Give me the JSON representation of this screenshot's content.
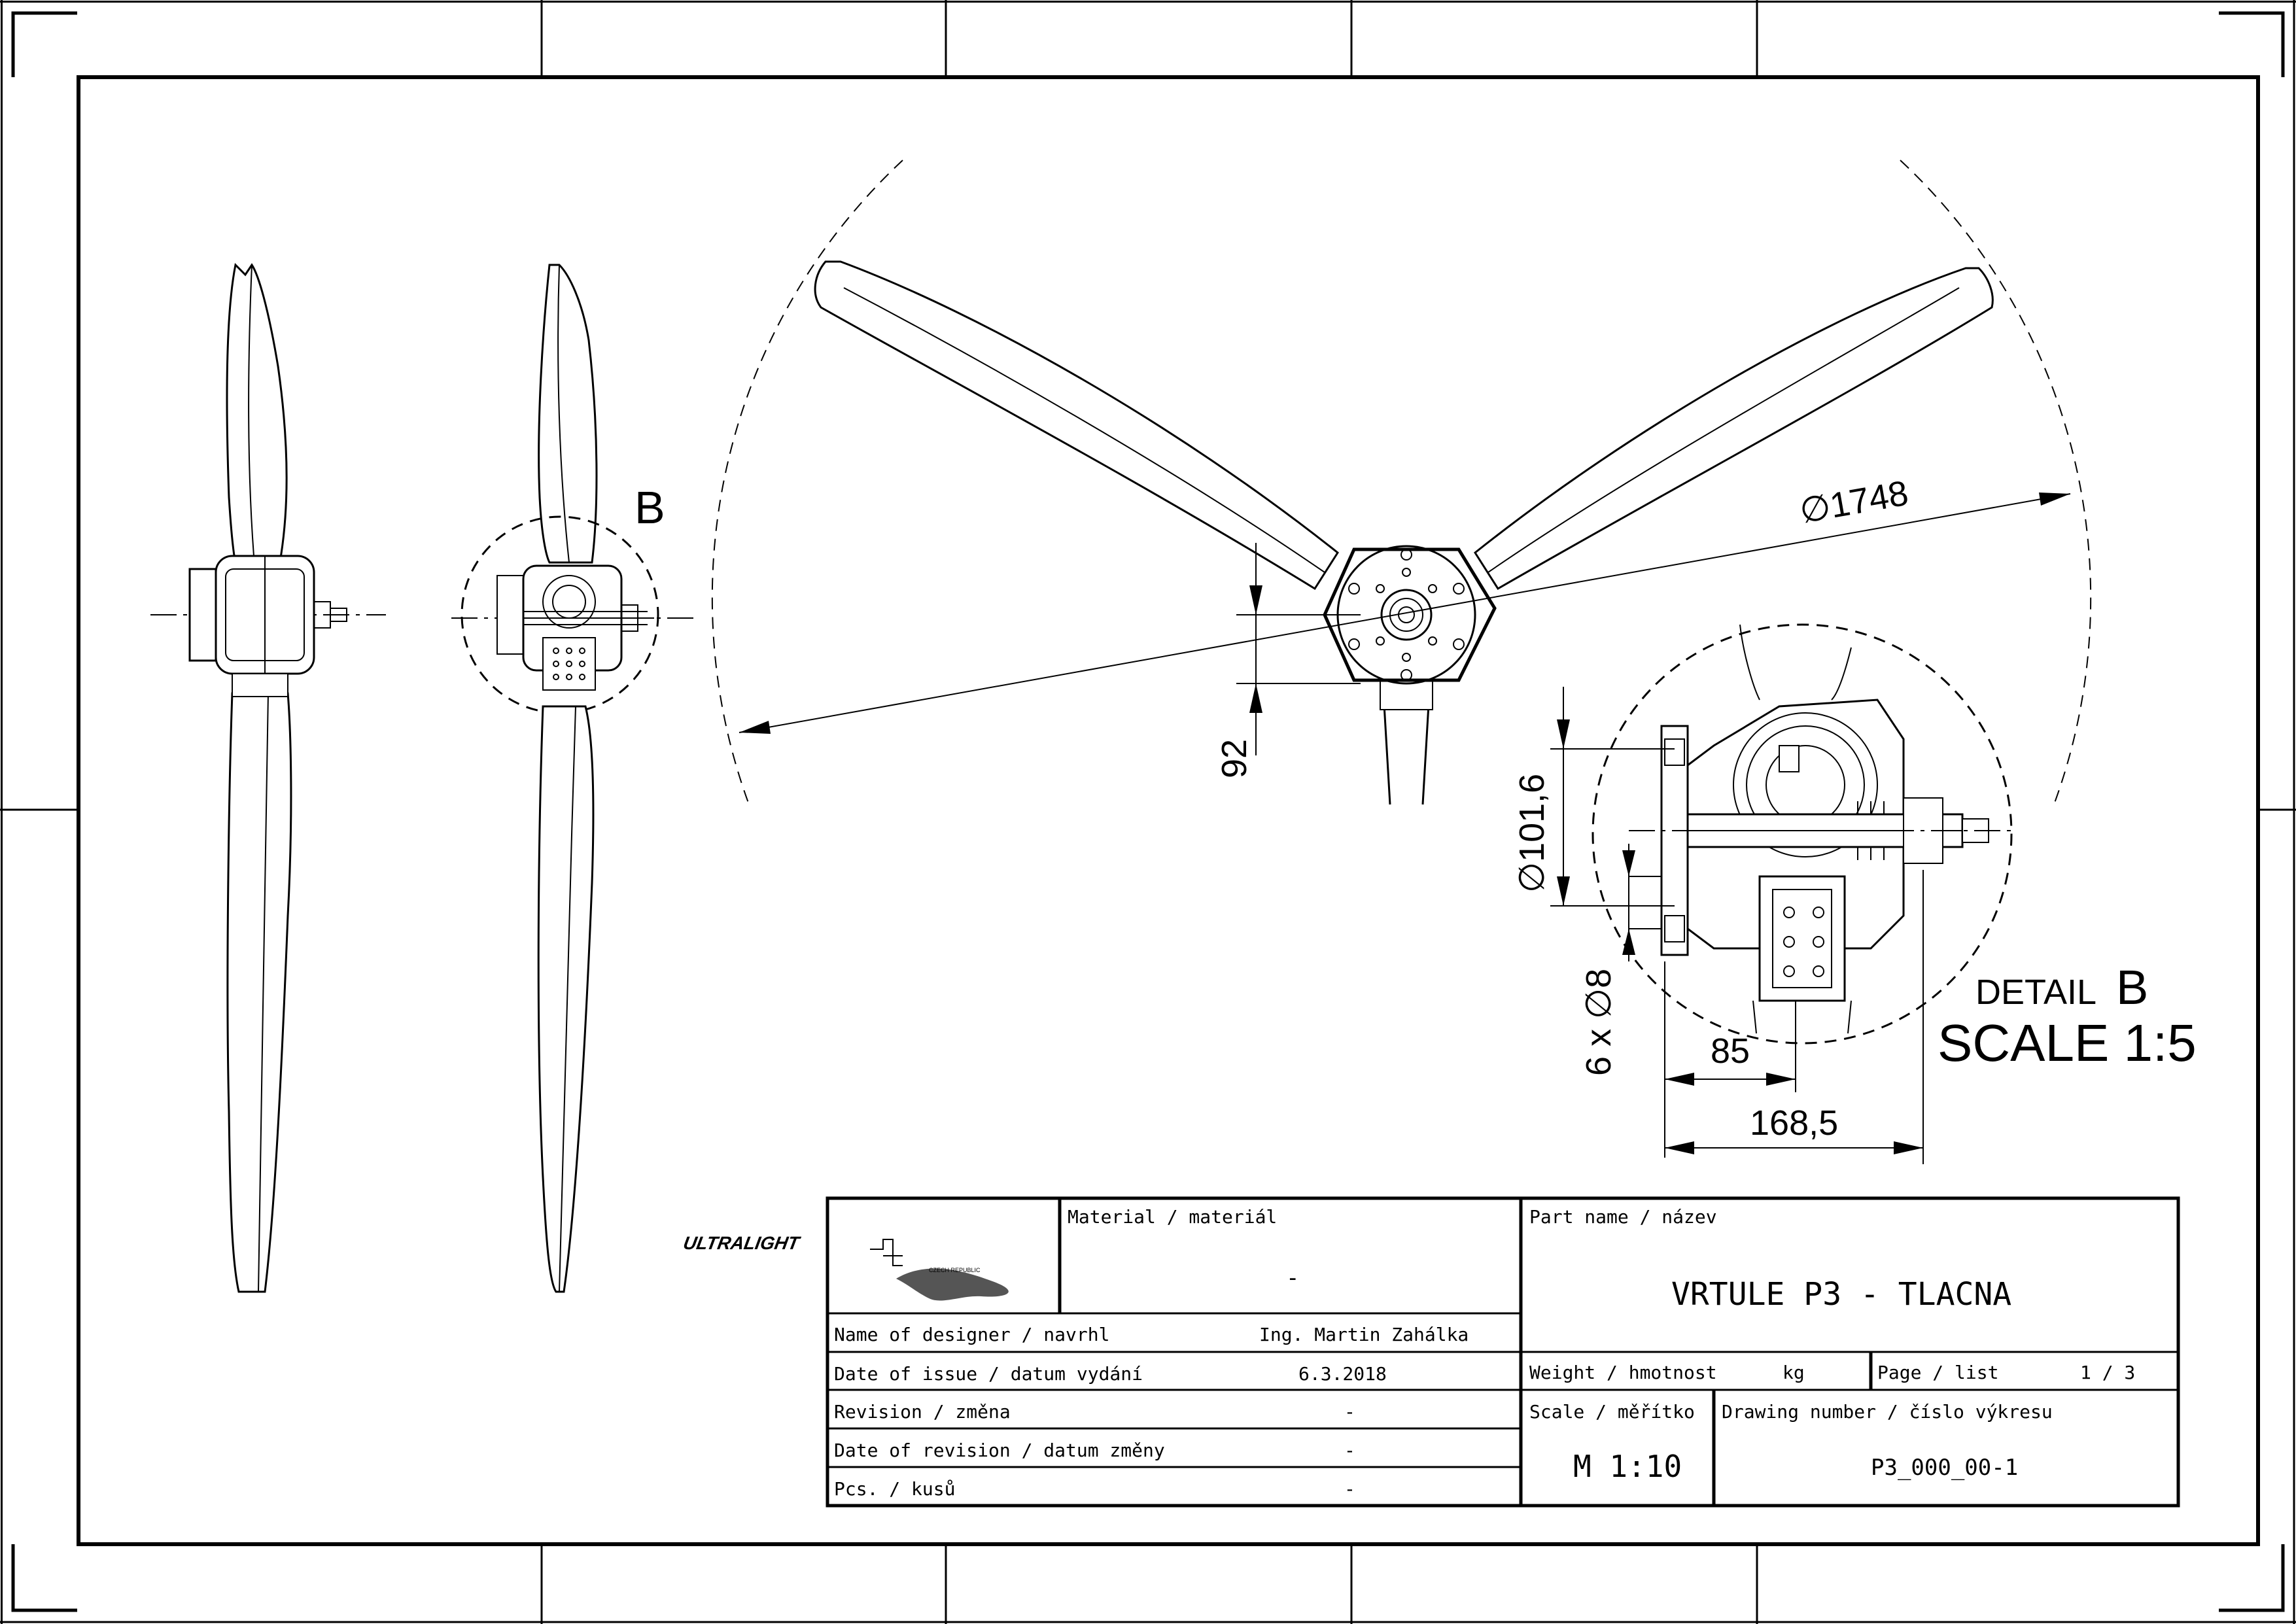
{
  "drawing": {
    "view_labels": {
      "detail_callout": "B",
      "detail_title_prefix": "DETAIL",
      "detail_title_letter": "B",
      "detail_scale": "SCALE 1:5"
    },
    "dimensions": {
      "propeller_diameter": "∅1748",
      "hub_height": "92",
      "bolt_circle": "∅101,6",
      "bolt_holes": "6 x  ∅8",
      "inner_length": "85",
      "overall_length": "168,5"
    }
  },
  "title_block": {
    "logo": {
      "wordmark": "ULTRALIGHT",
      "subtitle": "CZECH REPUBLIC"
    },
    "material_label": "Material / materiál",
    "material_value": "-",
    "part_name_label": "Part name / název",
    "part_name_value": "VRTULE P3 - TLACNA",
    "designer_label": "Name of designer / navrhl",
    "designer_value": "Ing. Martin Zahálka",
    "issue_date_label": "Date of issue / datum vydání",
    "issue_date_value": "6.3.2018",
    "revision_label": "Revision / změna",
    "revision_value": "-",
    "revision_date_label": "Date of revision / datum změny",
    "revision_date_value": "-",
    "pcs_label": "Pcs. / kusů",
    "pcs_value": "-",
    "weight_label": "Weight / hmotnost",
    "weight_unit": "kg",
    "page_label": "Page / list",
    "page_value": "1 / 3",
    "scale_label": "Scale / měřítko",
    "scale_value": "M 1:10",
    "drawing_number_label": "Drawing number / číslo výkresu",
    "drawing_number_value": "P3_000_00-1"
  }
}
